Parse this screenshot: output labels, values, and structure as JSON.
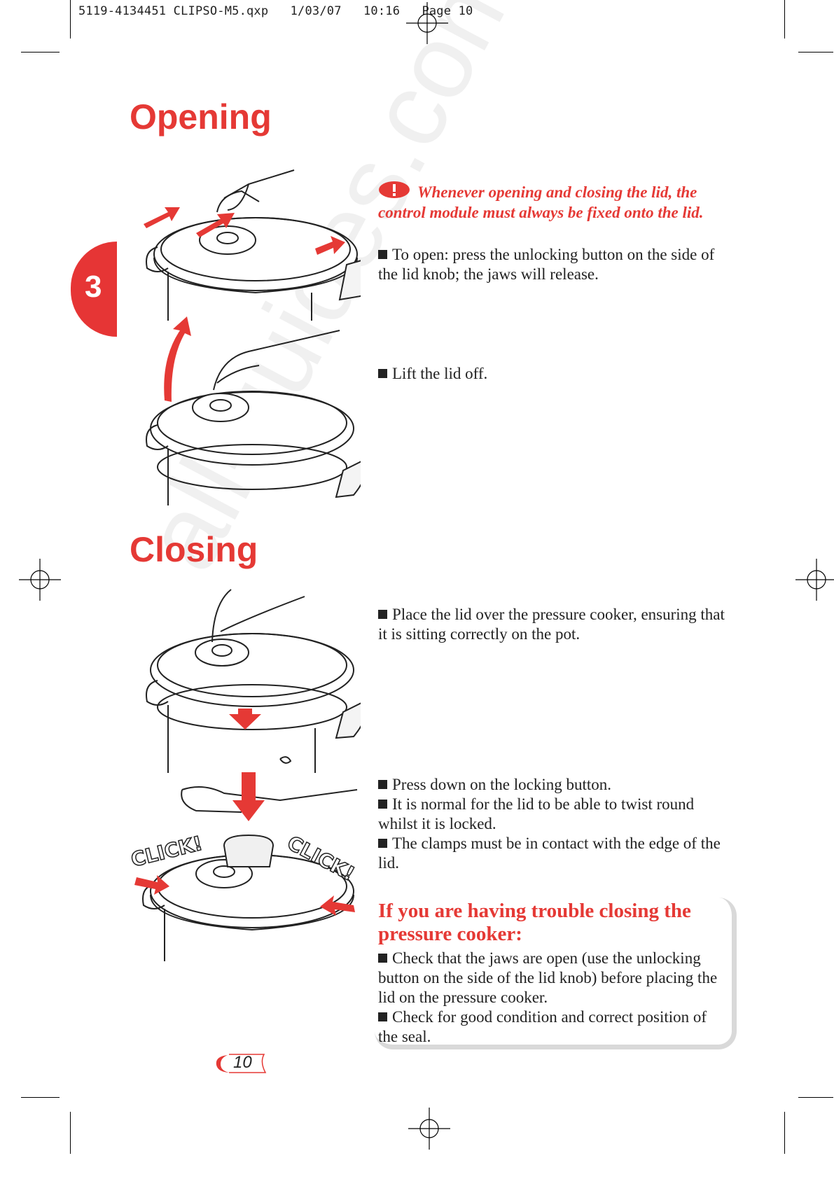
{
  "slug": "5119-4134451 CLIPSO-M5.qxp   1/03/07   10:16   Page 10",
  "chapter_tab": "3",
  "opening": {
    "heading": "Opening",
    "warning": "Whenever opening and closing the lid, the control module must always be fixed onto the lid.",
    "step1": "To open: press the unlocking button on the side of the lid knob; the jaws will release.",
    "step2": "Lift the lid off."
  },
  "closing": {
    "heading": "Closing",
    "step1": "Place the lid over the pressure cooker, ensuring that it is sitting correctly on the pot.",
    "step2a": "Press down on the locking button.",
    "step2b": "It is normal for the lid to be able to twist round whilst it is locked.",
    "step2c": "The clamps must be in contact with the edge of the lid.",
    "click_left": "CLICK!",
    "click_right": "CLICK!"
  },
  "trouble": {
    "title": "If you are having trouble closing the pressure cooker:",
    "item1": "Check that the jaws are open (use the unlocking button on the side of the lid knob) before placing the lid on the pressure cooker.",
    "item2": "Check for good condition and correct position of the seal."
  },
  "page_number": "10",
  "watermark": "all-guides.com",
  "colors": {
    "accent": "#e53935",
    "tab": "#e63535"
  }
}
